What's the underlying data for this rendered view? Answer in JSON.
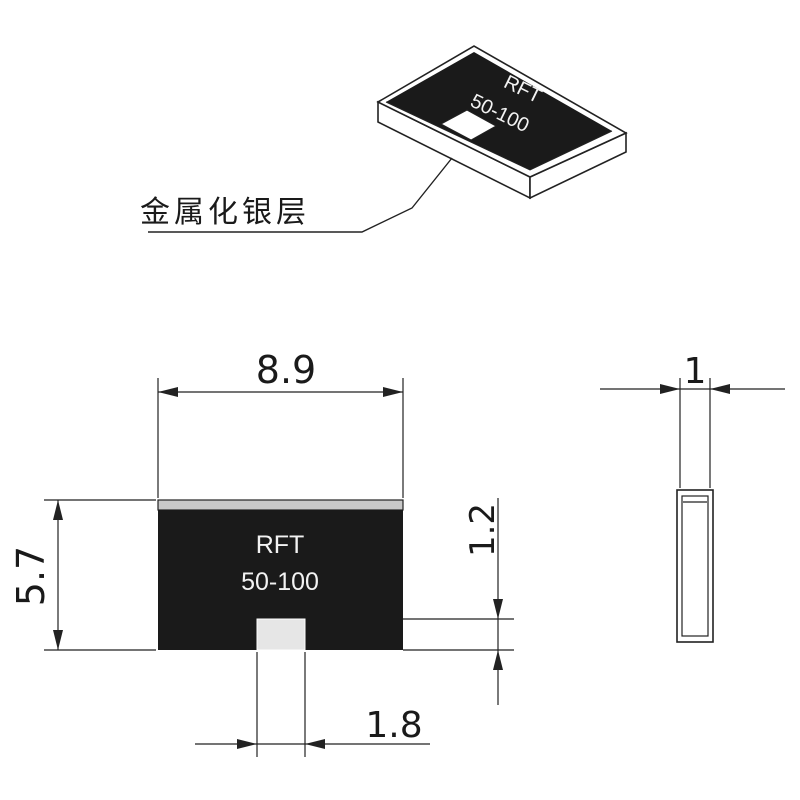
{
  "part": {
    "marking_line1": "RFT",
    "marking_line2": "50-100"
  },
  "callout": {
    "label": "金属化银层"
  },
  "dimensions": {
    "width": "8.9",
    "height": "5.7",
    "top_band": "1.2",
    "pad_width": "1.8",
    "thickness": "1"
  },
  "colors": {
    "body": "#1a1a1a",
    "metallization": "#c8c8c8",
    "line": "#222222"
  }
}
